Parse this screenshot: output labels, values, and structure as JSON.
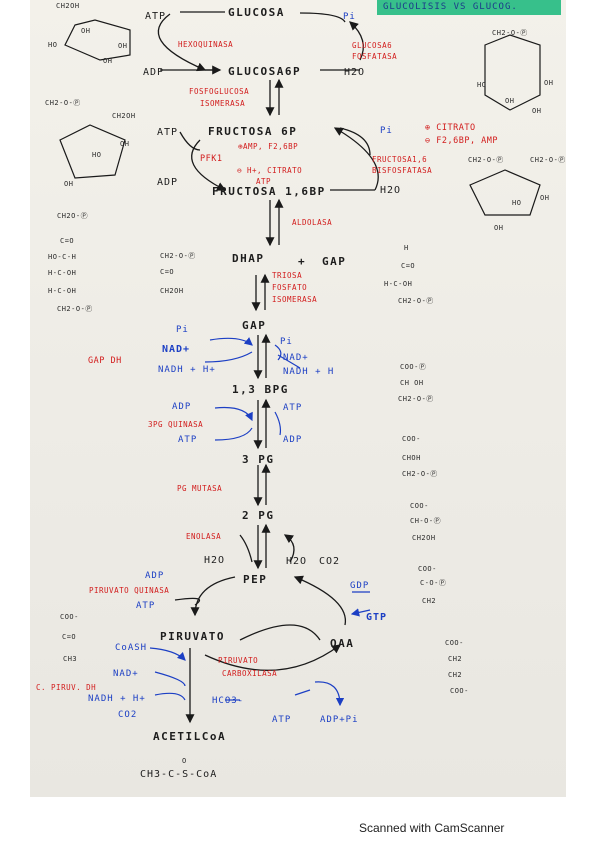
{
  "title": "GLUCOLISIS VS GLUCOG.",
  "scanner_note": "Scanned with CamScanner",
  "colors": {
    "paper": "#eeece6",
    "red": "#d21c1c",
    "blue": "#1c3fc4",
    "title_bg": "#37c08b"
  },
  "metabolites": {
    "glucosa": "GLUCOSA",
    "glucosa6p": "GLUCOSA6P",
    "fructosa6p": "FRUCTOSA 6P",
    "fructosa16bp": "FRUCTOSA 1,6BP",
    "dhap": "DHAP",
    "plus": "+",
    "gap": "GAP",
    "gap2": "GAP",
    "bpg13": "1,3 BPG",
    "pg3": "3 PG",
    "pg2": "2 PG",
    "pep": "PEP",
    "piruvato": "PIRUVATO",
    "oaa": "OAA",
    "acetilcoa": "ACETILCoA"
  },
  "cofactors": {
    "atp_1": "ATP",
    "adp_1": "ADP",
    "pi_1": "Pi",
    "h2o_1": "H2O",
    "atp_2": "ATP",
    "adp_2": "ADP",
    "pi_2": "Pi",
    "h2o_2": "H2O",
    "pi_3": "Pi",
    "nad_left": "NAD+",
    "nadh_left": "NADH + H+",
    "pi_4": "Pi",
    "nad_right": "NAD+",
    "nadh_right": "NADH + H",
    "adp_3": "ADP",
    "atp_3": "ATP",
    "atp_4": "ATP",
    "adp_4": "ADP",
    "h2o_3": "H2O",
    "h2o_4": "H2O",
    "co2_1": "CO2",
    "adp_5": "ADP",
    "atp_5": "ATP",
    "gdp": "GDP",
    "gtp": "GTP",
    "coash": "CoASH",
    "nad_3": "NAD+",
    "nadh_3": "NADH + H+",
    "co2_2": "CO2",
    "hco3": "HCO3-",
    "atp_6": "ATP",
    "adp_pi": "ADP+Pi"
  },
  "enzymes": {
    "hexoquinasa": "HEXOQUINASA",
    "glucosa6_fosfatasa": [
      "GLUCOSA6",
      "FOSFATASA"
    ],
    "fosfoglucosa_isomerasa": [
      "FOSFOGLUCOSA",
      "ISOMERASA"
    ],
    "pfk1": "PFK1",
    "fructosa16_bisfosfatasa": [
      "FRUCTOSA1,6",
      "BISFOSFATASA"
    ],
    "aldolasa": "ALDOLASA",
    "triosa_fosfato_isomerasa": [
      "TRIOSA",
      "FOSFATO",
      "ISOMERASA"
    ],
    "gap_dh": "GAP DH",
    "bpg_quinasa": "3PG QUINASA",
    "pg_mutasa": "PG MUTASA",
    "enolasa": "ENOLASA",
    "piruvato_quinasa": "PIRUVATO QUINASA",
    "piruvato_carboxilasa": [
      "PIRUVATO",
      "CARBOXILASA"
    ],
    "c_piruv_dh": [
      "C. PIRUV. DH"
    ]
  },
  "regulation": {
    "pfk1_activators": "⊕AMP, F2,6BP",
    "pfk1_inhibitors": [
      "⊖ H+, CITRATO",
      "ATP"
    ],
    "fbpase_activators": "⊕ CITRATO",
    "fbpase_inhibitors": "⊖ F2,6BP, AMP"
  },
  "structures": {
    "glucose_left": {
      "top": "CH2OH",
      "oh1": "OH",
      "ho": "HO",
      "oh2": "OH",
      "oh3": "OH"
    },
    "glucose6p_right": {
      "top": "CH2-O-Ⓟ",
      "ho": "HO",
      "oh1": "OH",
      "oh2": "OH",
      "oh3": "OH"
    },
    "fructose6p": {
      "left": "CH2-O-Ⓟ",
      "right": "CH2OH",
      "oh1": "OH",
      "ho": "HO",
      "oh2": "OH"
    },
    "fructose16bp": {
      "left": "CH2-O-Ⓟ",
      "right": "CH2-O-Ⓟ",
      "ho": "HO",
      "oh1": "OH",
      "oh2": "OH"
    },
    "fructose_linear": [
      "CH2O-Ⓟ",
      "C=O",
      "HO-C-H",
      "H-C-OH",
      "H-C-OH",
      "CH2-O-Ⓟ"
    ],
    "dhap": [
      "CH2-O-Ⓟ",
      "C=O",
      "CH2OH"
    ],
    "gap": [
      "H",
      "C=O",
      "H-C-OH",
      "CH2-O-Ⓟ"
    ],
    "bpg13": [
      "COO-Ⓟ",
      "CH OH",
      "CH2-O-Ⓟ"
    ],
    "pg3": [
      "COO-",
      "CHOH",
      "CH2-O-Ⓟ"
    ],
    "pg2": [
      "COO-",
      "CH-O-Ⓟ",
      "CH2OH"
    ],
    "pep": [
      "COO-",
      "C-O-Ⓟ",
      "CH2"
    ],
    "piruvato": [
      "COO-",
      "C=O",
      "CH3"
    ],
    "oaa": [
      "COO-",
      "CH2",
      "CH2",
      "COO-"
    ],
    "acetilcoa": [
      "O",
      "CH3-C-S-CoA"
    ]
  }
}
